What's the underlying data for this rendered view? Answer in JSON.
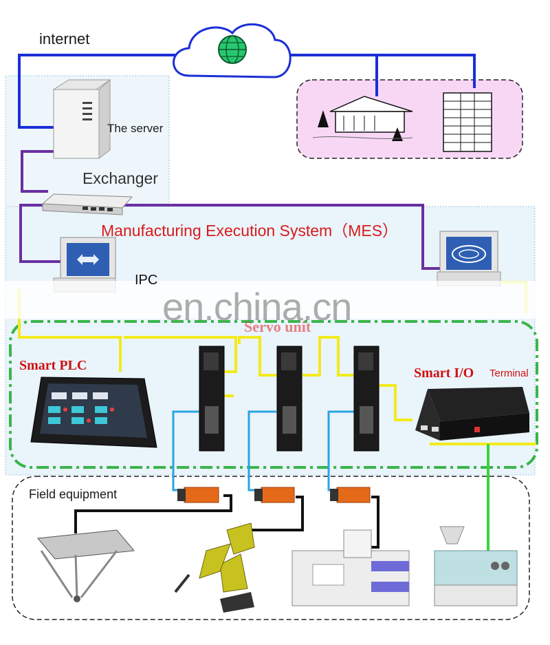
{
  "labels": {
    "internet": "internet",
    "server": "The server",
    "exchanger": "Exchanger",
    "mes": "Manufacturing Execution System（MES）",
    "ipc": "IPC",
    "servo_unit": "Servo unit",
    "smart_plc": "Smart PLC",
    "smart_io": "Smart I/O",
    "smart_io_terminal": "Terminal",
    "field_equipment": "Field equipment",
    "watermark": "en.china.cn"
  },
  "colors": {
    "internet_line": "#1a2fd6",
    "lan_line": "#6a2fa0",
    "fieldbus_line": "#f2ea1c",
    "servo_link": "#29a4e0",
    "motor_cable": "#111111",
    "io_link": "#3bd43b",
    "mes_zone": "#eaf4fb",
    "smart_zone_border": "#39b54a",
    "remote_zone": "#f8d7f5",
    "mes_text": "#d81b1b"
  },
  "icons": [
    "globe-icon",
    "server-icon",
    "switch-icon",
    "monitor-icon",
    "house-icon",
    "office-building-icon",
    "plc-touch-panel-icon",
    "servo-drive-icon",
    "io-terminal-icon",
    "servo-motor-icon",
    "delta-robot-icon",
    "articulated-robot-icon",
    "injection-machine-icon",
    "extruder-icon"
  ]
}
